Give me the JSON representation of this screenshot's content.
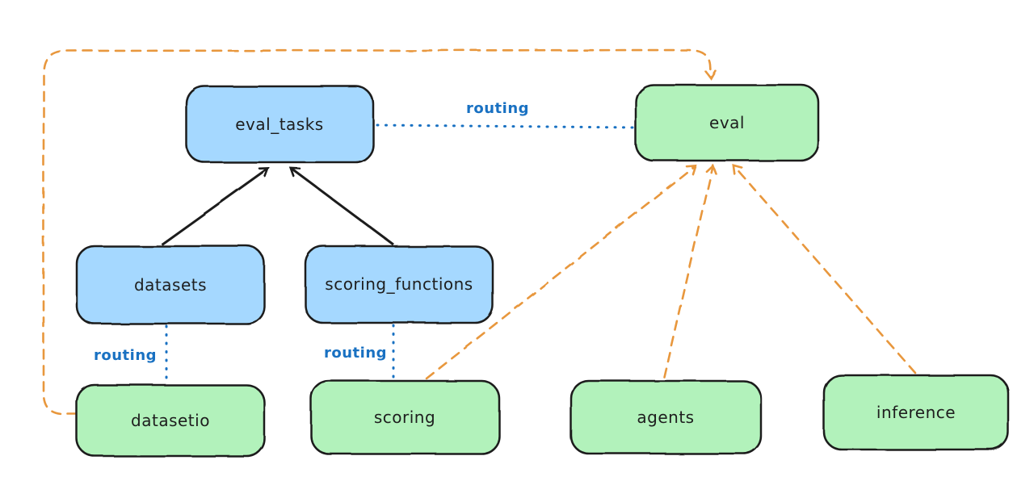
{
  "diagram_type": "excalidraw-style architecture diagram",
  "colors": {
    "background": "#ffffff",
    "blue_fill": "#a5d8ff",
    "green_fill": "#b2f2bb",
    "stroke_dark": "#1e1e1e",
    "routing_blue": "#1971c2",
    "orange": "#e8973c"
  },
  "nodes": {
    "eval_tasks": {
      "label": "eval_tasks",
      "fill": "#a5d8ff"
    },
    "eval": {
      "label": "eval",
      "fill": "#b2f2bb"
    },
    "datasets": {
      "label": "datasets",
      "fill": "#a5d8ff"
    },
    "scoring_functions": {
      "label": "scoring_functions",
      "fill": "#a5d8ff"
    },
    "datasetio": {
      "label": "datasetio",
      "fill": "#b2f2bb"
    },
    "scoring": {
      "label": "scoring",
      "fill": "#b2f2bb"
    },
    "agents": {
      "label": "agents",
      "fill": "#b2f2bb"
    },
    "inference": {
      "label": "inference",
      "fill": "#b2f2bb"
    }
  },
  "edges": [
    {
      "from": "datasets",
      "to": "eval_tasks",
      "style": "solid-arrow",
      "label": ""
    },
    {
      "from": "scoring_functions",
      "to": "eval_tasks",
      "style": "solid-arrow",
      "label": ""
    },
    {
      "from": "eval_tasks",
      "to": "eval",
      "style": "dotted",
      "label": "routing"
    },
    {
      "from": "datasets",
      "to": "datasetio",
      "style": "dotted",
      "label": "routing"
    },
    {
      "from": "scoring_functions",
      "to": "scoring",
      "style": "dotted",
      "label": "routing"
    },
    {
      "from": "datasetio",
      "to": "eval",
      "style": "dashed-arrow",
      "label": ""
    },
    {
      "from": "scoring",
      "to": "eval",
      "style": "dashed-arrow",
      "label": ""
    },
    {
      "from": "agents",
      "to": "eval",
      "style": "dashed-arrow",
      "label": ""
    },
    {
      "from": "inference",
      "to": "eval",
      "style": "dashed-arrow",
      "label": ""
    }
  ]
}
